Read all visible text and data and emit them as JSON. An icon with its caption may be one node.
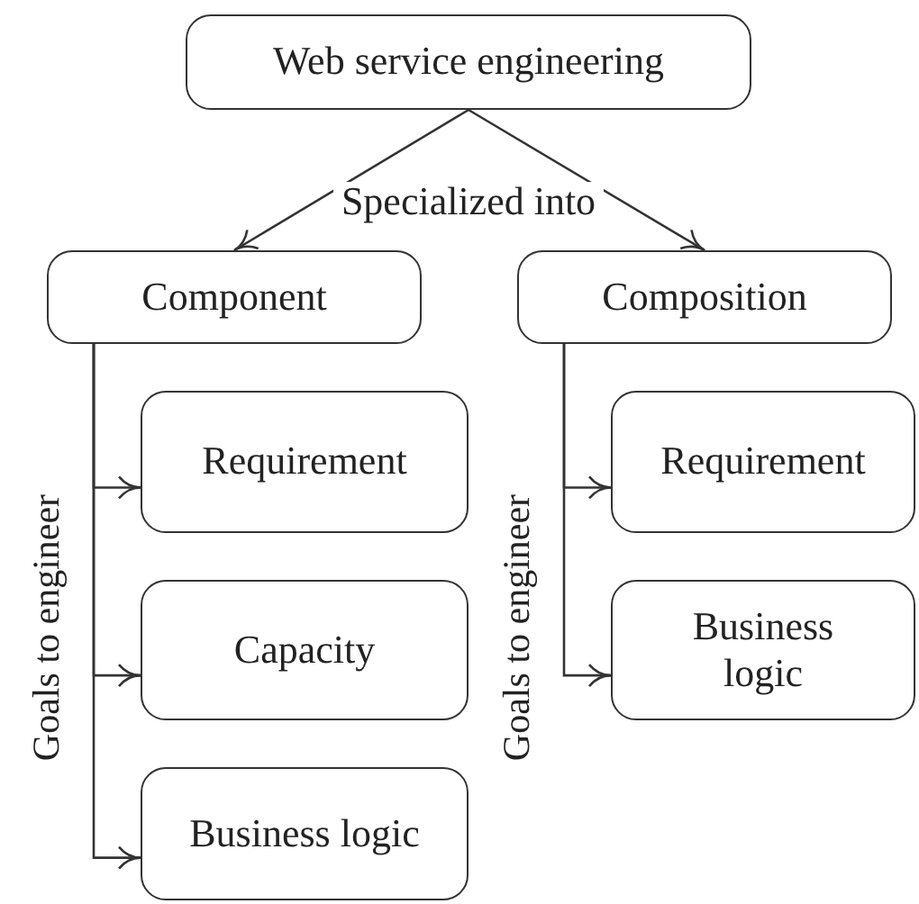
{
  "diagram": {
    "nodes": [
      {
        "text": [
          "Web service engineering"
        ]
      },
      {
        "text": [
          "Component"
        ]
      },
      {
        "text": [
          "Composition"
        ]
      },
      {
        "text": [
          "Requirement"
        ]
      },
      {
        "text": [
          "Capacity"
        ]
      },
      {
        "text": [
          "Business logic"
        ]
      },
      {
        "text": [
          "Requirement"
        ]
      },
      {
        "text": [
          "Business logic"
        ]
      }
    ],
    "edges": [
      {
        "from": 0,
        "to": 1,
        "arrow": "to",
        "label": "Specialized into"
      },
      {
        "from": 0,
        "to": 2,
        "arrow": "to"
      },
      {
        "from": 1,
        "to": 3,
        "arrow": "to",
        "label": "Goals to engineer"
      },
      {
        "from": 1,
        "to": 4,
        "arrow": "to"
      },
      {
        "from": 1,
        "to": 5,
        "arrow": "to"
      },
      {
        "from": 2,
        "to": 6,
        "arrow": "to",
        "label": "Goals to engineer"
      },
      {
        "from": 2,
        "to": 7,
        "arrow": "to"
      }
    ]
  }
}
